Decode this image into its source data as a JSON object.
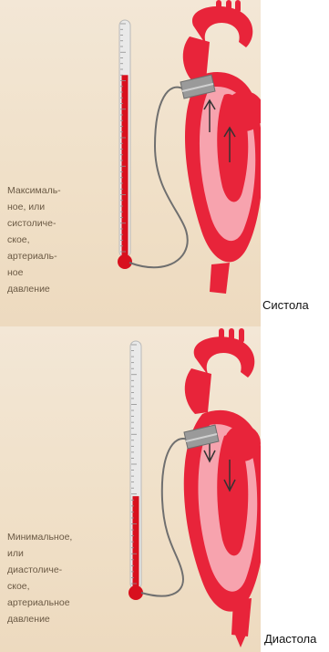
{
  "systole": {
    "caption": "Максималь-\nное, или\nсистоличе-\nское,\nартериаль-\nное\nдавление",
    "phase_label": "Систола"
  },
  "diastole": {
    "caption": "Минимальное,\nили\nдиастоличе-\nское,\nартериальное\nдавление",
    "phase_label": "Диастола"
  },
  "colors": {
    "background": "#f1e3cd",
    "heart_red": "#e8243a",
    "heart_pink": "#f7a3ae",
    "mercury": "#d8101e",
    "tube_glass": "#e9e9e9",
    "cuff": "#9a9a9a"
  },
  "mercury_levels": {
    "systole": 0.78,
    "diastole": 0.38
  }
}
